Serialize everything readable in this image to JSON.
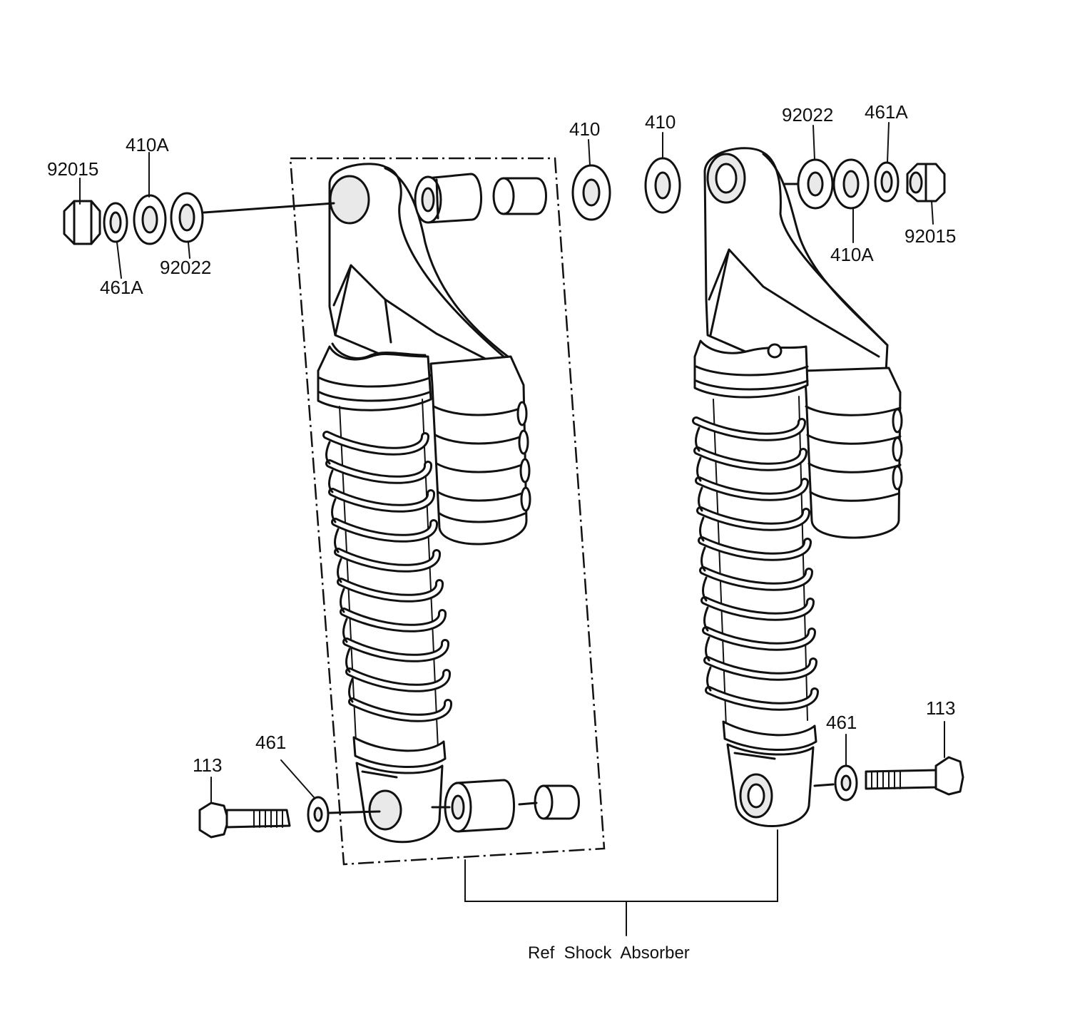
{
  "part_labels": {
    "left_nut": "92015",
    "left_washer_410a": "410A",
    "left_lockwasher": "461A",
    "left_washer_92022": "92022",
    "center_bushing_a": "410",
    "center_bushing_b": "410",
    "right_washer_92022": "92022",
    "right_lockwasher": "461A",
    "right_washer_410a": "410A",
    "right_nut": "92015",
    "left_bolt": "113",
    "left_bolt_washer": "461",
    "right_bolt": "113",
    "right_bolt_washer": "461"
  },
  "reference": {
    "caption": "Ref  Shock  Absorber"
  }
}
